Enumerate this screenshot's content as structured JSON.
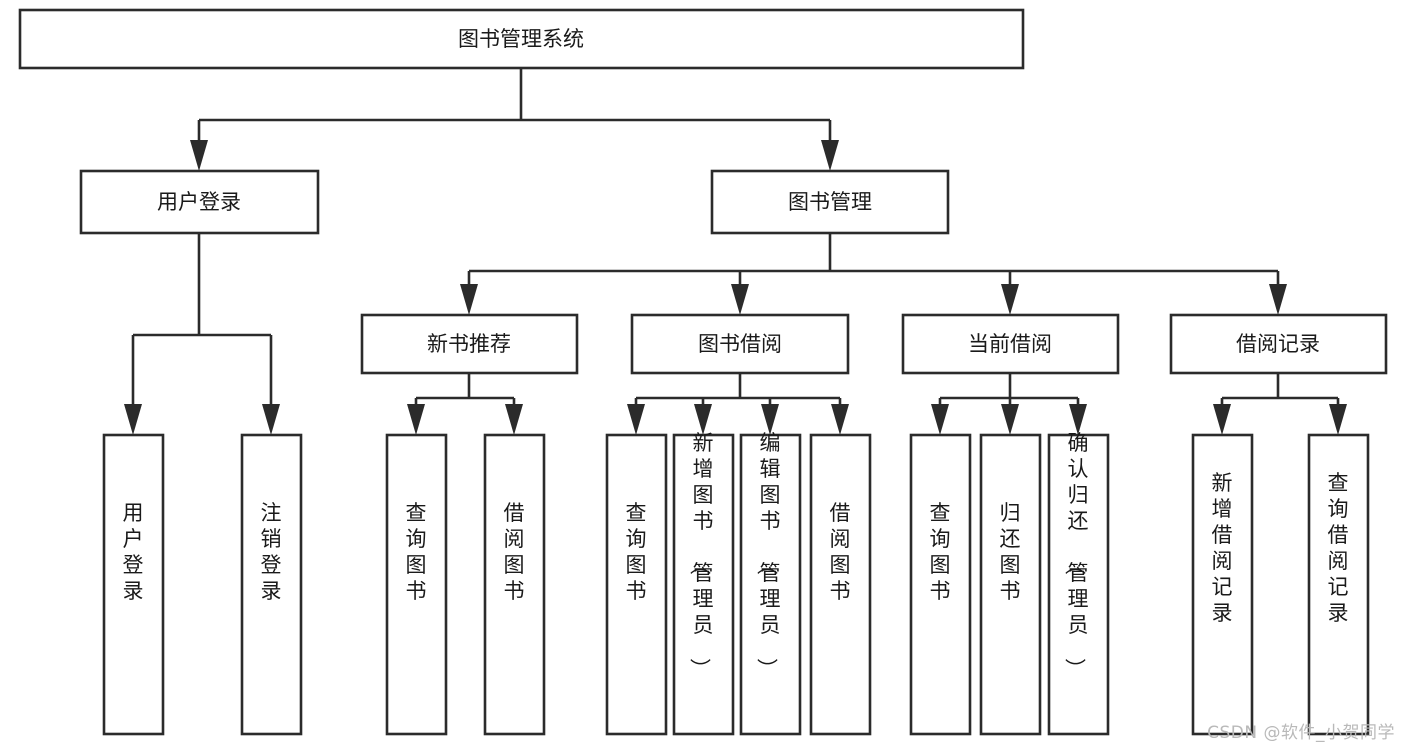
{
  "diagram": {
    "kind": "function-structure-tree",
    "title": "图书管理系统",
    "colors": {
      "node_border": "#2b2b2b",
      "node_fill": "#ffffff",
      "text": "#1a1a1a",
      "background": "#ffffff",
      "watermark": "#b9b9b9"
    },
    "root": {
      "label": "图书管理系统"
    },
    "level2": [
      {
        "label": "用户登录"
      },
      {
        "label": "图书管理"
      }
    ],
    "level3": [
      {
        "label": "新书推荐"
      },
      {
        "label": "图书借阅"
      },
      {
        "label": "当前借阅"
      },
      {
        "label": "借阅记录"
      }
    ],
    "leaves": {
      "user_login": [
        {
          "label": "用户登录"
        },
        {
          "label": "注销登录"
        }
      ],
      "new_book_recommend": [
        {
          "label": "查询图书"
        },
        {
          "label": "借阅图书"
        }
      ],
      "book_borrow": [
        {
          "label": "查询图书"
        },
        {
          "label": "新增图书（管理员）"
        },
        {
          "label": "编辑图书（管理员）"
        },
        {
          "label": "借阅图书"
        }
      ],
      "current_borrow": [
        {
          "label": "查询图书"
        },
        {
          "label": "归还图书"
        },
        {
          "label": "确认归还（管理员）"
        }
      ],
      "borrow_record": [
        {
          "label": "新增借阅记录"
        },
        {
          "label": "查询借阅记录"
        }
      ]
    }
  },
  "watermark": {
    "text": "CSDN @软件_小贺同学"
  }
}
